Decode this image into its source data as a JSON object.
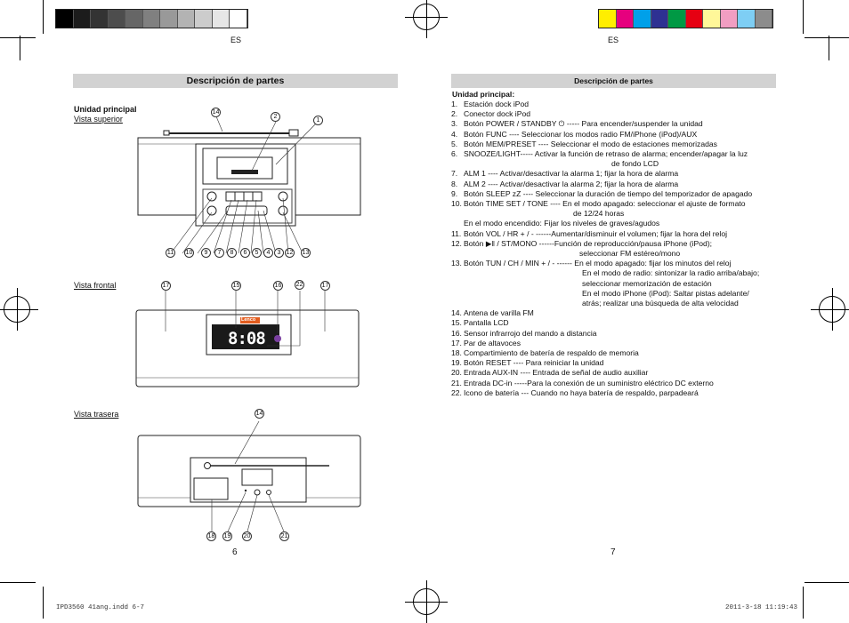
{
  "page_left": {
    "lang": "ES",
    "section_title": "Descripción de partes",
    "heading": "Unidad principal",
    "view_top": "Vista superior",
    "view_front": "Vista frontal",
    "view_rear": "Vista trasera",
    "page_number": "6",
    "lcd_time": "8:08",
    "brand": "Lenco",
    "callouts_top": [
      "14",
      "2",
      "1",
      "11",
      "10",
      "9",
      "7",
      "8",
      "6",
      "5",
      "4",
      "3",
      "12",
      "13"
    ],
    "callouts_front": [
      "17",
      "15",
      "16",
      "22",
      "17"
    ],
    "callouts_rear": [
      "14",
      "18",
      "19",
      "20",
      "21"
    ]
  },
  "page_right": {
    "lang": "ES",
    "section_title": "Descripción de partes",
    "heading": "Unidad principal:",
    "page_number": "7",
    "items": [
      {
        "num": "1.",
        "text": "Estación dock iPod"
      },
      {
        "num": "2.",
        "text": "Conector dock iPod"
      },
      {
        "num": "3.",
        "text": "Botón POWER / STANDBY ⏻ ----- Para encender/suspender la unidad"
      },
      {
        "num": "4.",
        "text": "Botón FUNC ---- Seleccionar los modos radio FM/iPhone (iPod)/AUX"
      },
      {
        "num": "5.",
        "text": "Botón MEM/PRESET ---- Seleccionar el modo de estaciones memorizadas"
      },
      {
        "num": "6.",
        "text": "SNOOZE/LIGHT----- Activar la función de retraso de alarma; encender/apagar la luz"
      },
      {
        "num": "",
        "text": "de fondo LCD",
        "cont": "center"
      },
      {
        "num": "7.",
        "text": "ALM 1 ---- Activar/desactivar la alarma 1; fijar la hora de alarma"
      },
      {
        "num": "8.",
        "text": "ALM 2 ---- Activar/desactivar la alarma 2; fijar la hora de alarma"
      },
      {
        "num": "9.",
        "text": "Botón SLEEP zZ ---- Seleccionar la duración de tiempo del temporizador de apagado"
      },
      {
        "num": "10.",
        "text": "Botón TIME SET / TONE ---- En el modo apagado: seleccionar el ajuste de formato"
      },
      {
        "num": "",
        "text": "de 12/24 horas",
        "cont": "center2"
      },
      {
        "num": "",
        "text": "En el modo encendido: Fijar los niveles de graves/agudos"
      },
      {
        "num": "11.",
        "text": "Botón VOL / HR + / - ------Aumentar/disminuir el volumen; fijar la hora del reloj"
      },
      {
        "num": "12.",
        "text": "Botón ▶‖ / ST/MONO ------Función de reproducción/pausa iPhone (iPod);"
      },
      {
        "num": "",
        "text": "seleccionar FM estéreo/mono",
        "cont": "center3"
      },
      {
        "num": "13.",
        "text": "Botón TUN / CH / MIN + / - ------ En el modo apagado: fijar los minutos del reloj"
      },
      {
        "num": "",
        "text": "En el modo de radio: sintonizar la radio arriba/abajo;",
        "cont": "r"
      },
      {
        "num": "",
        "text": "seleccionar memorización de estación",
        "cont": "r"
      },
      {
        "num": "",
        "text": "En el modo iPhone (iPod): Saltar pistas adelante/",
        "cont": "r"
      },
      {
        "num": "",
        "text": "atrás; realizar una búsqueda de alta velocidad",
        "cont": "r"
      },
      {
        "num": "14.",
        "text": "Antena de varilla FM"
      },
      {
        "num": "15.",
        "text": "Pantalla LCD"
      },
      {
        "num": "16.",
        "text": "Sensor infrarrojo del mando a distancia"
      },
      {
        "num": "17.",
        "text": "Par de altavoces"
      },
      {
        "num": "18.",
        "text": "Compartimiento de batería de respaldo de memoria"
      },
      {
        "num": "19.",
        "text": "Botón RESET ---- Para reiniciar la unidad"
      },
      {
        "num": "20.",
        "text": "Entrada AUX-IN ---- Entrada de señal de audio auxiliar"
      },
      {
        "num": "21.",
        "text": "Entrada DC-in -----Para la conexión de un suministro eléctrico DC externo"
      },
      {
        "num": "22.",
        "text": "Icono de batería --- Cuando no haya batería de respaldo, parpadeará"
      }
    ]
  },
  "footer": {
    "file": "IPD3560 41ang.indd   6-7",
    "date": "2011-3-18   11:19:43"
  },
  "colors": {
    "gray_swatches": [
      "#000000",
      "#1c1c1c",
      "#333333",
      "#4d4d4d",
      "#666666",
      "#808080",
      "#999999",
      "#b3b3b3",
      "#cccccc",
      "#e6e6e6",
      "#ffffff"
    ],
    "color_swatches": [
      "#ffee00",
      "#e6007e",
      "#00a0e9",
      "#2e3192",
      "#009944",
      "#e60012",
      "#fff799",
      "#f19ec2",
      "#7ecef4",
      "#8c8c8c"
    ],
    "section_bar": "#d2d2d2"
  }
}
